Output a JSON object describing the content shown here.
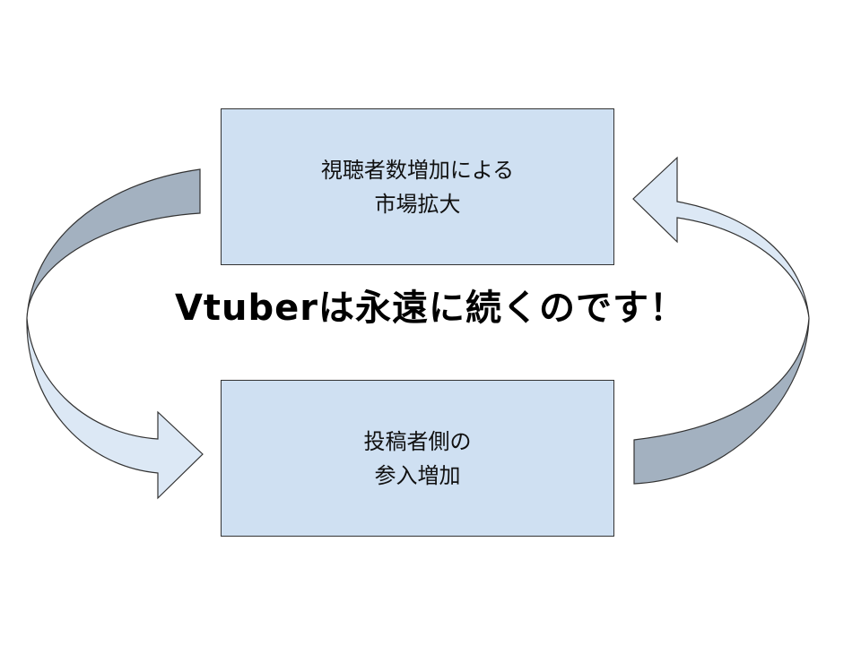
{
  "headline": "Vtuberは永遠に続くのです！",
  "top_box": {
    "line1": "視聴者数増加による",
    "line2": "市場拡大"
  },
  "bottom_box": {
    "line1": "投稿者側の",
    "line2": "参入増加"
  },
  "colors": {
    "box_fill": "#cfe0f2",
    "arrow_light": "#dce8f5",
    "arrow_dark": "#a3b1c0",
    "outline": "#333333"
  }
}
